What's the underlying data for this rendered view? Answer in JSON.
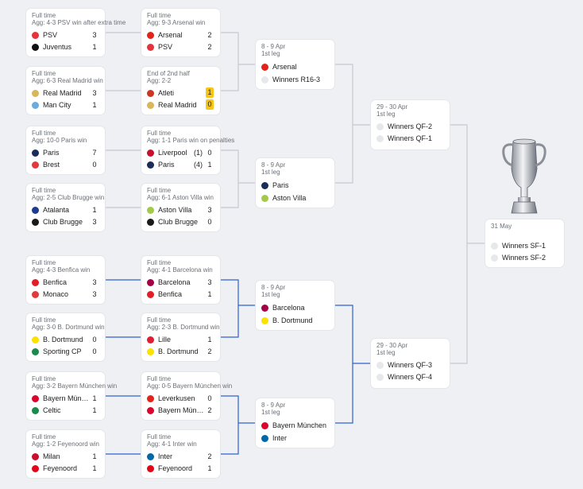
{
  "left_r16": [
    {
      "status": "Full time",
      "agg": "Agg: 4-3   PSV win after extra time",
      "teams": [
        {
          "name": "PSV",
          "score": "3",
          "color": "#e5333c",
          "icon": "psv-crest-icon"
        },
        {
          "name": "Juventus",
          "score": "1",
          "color": "#111111",
          "icon": "juventus-crest-icon"
        }
      ]
    },
    {
      "status": "Full time",
      "agg": "Agg: 6-3   Real Madrid win",
      "teams": [
        {
          "name": "Real Madrid",
          "score": "3",
          "color": "#d8b65a",
          "icon": "real-madrid-crest-icon"
        },
        {
          "name": "Man City",
          "score": "1",
          "color": "#6cabdd",
          "icon": "man-city-crest-icon"
        }
      ]
    },
    {
      "status": "Full time",
      "agg": "Agg: 10-0   Paris win",
      "teams": [
        {
          "name": "Paris",
          "score": "7",
          "color": "#1a2d5a",
          "icon": "paris-crest-icon"
        },
        {
          "name": "Brest",
          "score": "0",
          "color": "#e03a3e",
          "icon": "brest-crest-icon"
        }
      ]
    },
    {
      "status": "Full time",
      "agg": "Agg: 2-5   Club Brugge win",
      "teams": [
        {
          "name": "Atalanta",
          "score": "1",
          "color": "#1d3c8f",
          "icon": "atalanta-crest-icon"
        },
        {
          "name": "Club Brugge",
          "score": "3",
          "color": "#1a1a1a",
          "icon": "club-brugge-crest-icon"
        }
      ]
    },
    {
      "status": "Full time",
      "agg": "Agg: 4-3   Benfica win",
      "teams": [
        {
          "name": "Benfica",
          "score": "3",
          "color": "#e21f26",
          "icon": "benfica-crest-icon"
        },
        {
          "name": "Monaco",
          "score": "3",
          "color": "#e03a3e",
          "icon": "monaco-crest-icon"
        }
      ]
    },
    {
      "status": "Full time",
      "agg": "Agg: 3-0   B. Dortmund win",
      "teams": [
        {
          "name": "B. Dortmund",
          "score": "0",
          "color": "#fde100",
          "icon": "dortmund-crest-icon"
        },
        {
          "name": "Sporting CP",
          "score": "0",
          "color": "#1b8a4c",
          "icon": "sporting-crest-icon"
        }
      ]
    },
    {
      "status": "Full time",
      "agg": "Agg: 3-2   Bayern München win",
      "teams": [
        {
          "name": "Bayern Mün…",
          "score": "1",
          "color": "#dc052d",
          "icon": "bayern-crest-icon"
        },
        {
          "name": "Celtic",
          "score": "1",
          "color": "#1a8a4a",
          "icon": "celtic-crest-icon"
        }
      ]
    },
    {
      "status": "Full time",
      "agg": "Agg: 1-2   Feyenoord win",
      "teams": [
        {
          "name": "Milan",
          "score": "1",
          "color": "#c8102e",
          "icon": "milan-crest-icon"
        },
        {
          "name": "Feyenoord",
          "score": "1",
          "color": "#e3061a",
          "icon": "feyenoord-crest-icon"
        }
      ]
    }
  ],
  "right_r16": [
    {
      "status": "Full time",
      "agg": "Agg: 9-3   Arsenal win",
      "teams": [
        {
          "name": "Arsenal",
          "score": "2",
          "color": "#e2231a",
          "icon": "arsenal-crest-icon"
        },
        {
          "name": "PSV",
          "score": "2",
          "color": "#e5333c",
          "icon": "psv-crest-icon"
        }
      ]
    },
    {
      "status": "End of 2nd half",
      "agg": "Agg: 2-2",
      "teams": [
        {
          "name": "Atleti",
          "score": "1",
          "color": "#cb3524",
          "icon": "atletico-crest-icon",
          "highlight": true
        },
        {
          "name": "Real Madrid",
          "score": "0",
          "color": "#d8b65a",
          "icon": "real-madrid-crest-icon",
          "highlight": true
        }
      ]
    },
    {
      "status": "Full time",
      "agg": "Agg: 1-1   Paris win on penalties",
      "teams": [
        {
          "name": "Liverpool",
          "score": "0",
          "pen": "(1)",
          "color": "#c8102e",
          "icon": "liverpool-crest-icon"
        },
        {
          "name": "Paris",
          "score": "1",
          "pen": "(4)",
          "color": "#1a2d5a",
          "icon": "paris-crest-icon"
        }
      ]
    },
    {
      "status": "Full time",
      "agg": "Agg: 6-1   Aston Villa win",
      "teams": [
        {
          "name": "Aston Villa",
          "score": "3",
          "color": "#a3c94a",
          "icon": "aston-villa-crest-icon"
        },
        {
          "name": "Club Brugge",
          "score": "0",
          "color": "#1a1a1a",
          "icon": "club-brugge-crest-icon"
        }
      ]
    },
    {
      "status": "Full time",
      "agg": "Agg: 4-1   Barcelona win",
      "teams": [
        {
          "name": "Barcelona",
          "score": "3",
          "color": "#a50044",
          "icon": "barcelona-crest-icon"
        },
        {
          "name": "Benfica",
          "score": "1",
          "color": "#e21f26",
          "icon": "benfica-crest-icon"
        }
      ]
    },
    {
      "status": "Full time",
      "agg": "Agg: 2-3   B. Dortmund win",
      "teams": [
        {
          "name": "Lille",
          "score": "1",
          "color": "#e01e33",
          "icon": "lille-crest-icon"
        },
        {
          "name": "B. Dortmund",
          "score": "2",
          "color": "#fde100",
          "icon": "dortmund-crest-icon"
        }
      ]
    },
    {
      "status": "Full time",
      "agg": "Agg: 0-5   Bayern München win",
      "teams": [
        {
          "name": "Leverkusen",
          "score": "0",
          "color": "#e32219",
          "icon": "leverkusen-crest-icon"
        },
        {
          "name": "Bayern Mün…",
          "score": "2",
          "color": "#dc052d",
          "icon": "bayern-crest-icon"
        }
      ]
    },
    {
      "status": "Full time",
      "agg": "Agg: 4-1   Inter win",
      "teams": [
        {
          "name": "Inter",
          "score": "2",
          "color": "#0068a8",
          "icon": "inter-crest-icon"
        },
        {
          "name": "Feyenoord",
          "score": "1",
          "color": "#e3061a",
          "icon": "feyenoord-crest-icon"
        }
      ]
    }
  ],
  "qf": [
    {
      "date": "8 - 9 Apr",
      "leg": "1st leg",
      "teams": [
        {
          "name": "Arsenal",
          "color": "#e2231a",
          "icon": "arsenal-crest-icon"
        },
        {
          "name": "Winners R16-3",
          "placeholder": true,
          "icon": "placeholder-icon"
        }
      ]
    },
    {
      "date": "8 - 9 Apr",
      "leg": "1st leg",
      "teams": [
        {
          "name": "Paris",
          "color": "#1a2d5a",
          "icon": "paris-crest-icon"
        },
        {
          "name": "Aston Villa",
          "color": "#a3c94a",
          "icon": "aston-villa-crest-icon"
        }
      ]
    },
    {
      "date": "8 - 9 Apr",
      "leg": "1st leg",
      "teams": [
        {
          "name": "Barcelona",
          "color": "#a50044",
          "icon": "barcelona-crest-icon"
        },
        {
          "name": "B. Dortmund",
          "color": "#fde100",
          "icon": "dortmund-crest-icon"
        }
      ]
    },
    {
      "date": "8 - 9 Apr",
      "leg": "1st leg",
      "teams": [
        {
          "name": "Bayern München",
          "color": "#dc052d",
          "icon": "bayern-crest-icon"
        },
        {
          "name": "Inter",
          "color": "#0068a8",
          "icon": "inter-crest-icon"
        }
      ]
    }
  ],
  "sf": [
    {
      "date": "29 - 30 Apr",
      "leg": "1st leg",
      "teams": [
        {
          "name": "Winners QF-2",
          "placeholder": true,
          "icon": "placeholder-icon"
        },
        {
          "name": "Winners QF-1",
          "placeholder": true,
          "icon": "placeholder-icon"
        }
      ]
    },
    {
      "date": "29 - 30 Apr",
      "leg": "1st leg",
      "teams": [
        {
          "name": "Winners QF-3",
          "placeholder": true,
          "icon": "placeholder-icon"
        },
        {
          "name": "Winners QF-4",
          "placeholder": true,
          "icon": "placeholder-icon"
        }
      ]
    }
  ],
  "final": {
    "date": "31 May",
    "teams": [
      {
        "name": "Winners SF-1",
        "placeholder": true,
        "icon": "placeholder-icon"
      },
      {
        "name": "Winners SF-2",
        "placeholder": true,
        "icon": "placeholder-icon"
      }
    ]
  },
  "trophy_icon": "champions-league-trophy-icon",
  "colors": {
    "connector_gray": "#c5c9d0",
    "connector_blue": "#2f5fd0",
    "highlight": "#f5c518"
  }
}
